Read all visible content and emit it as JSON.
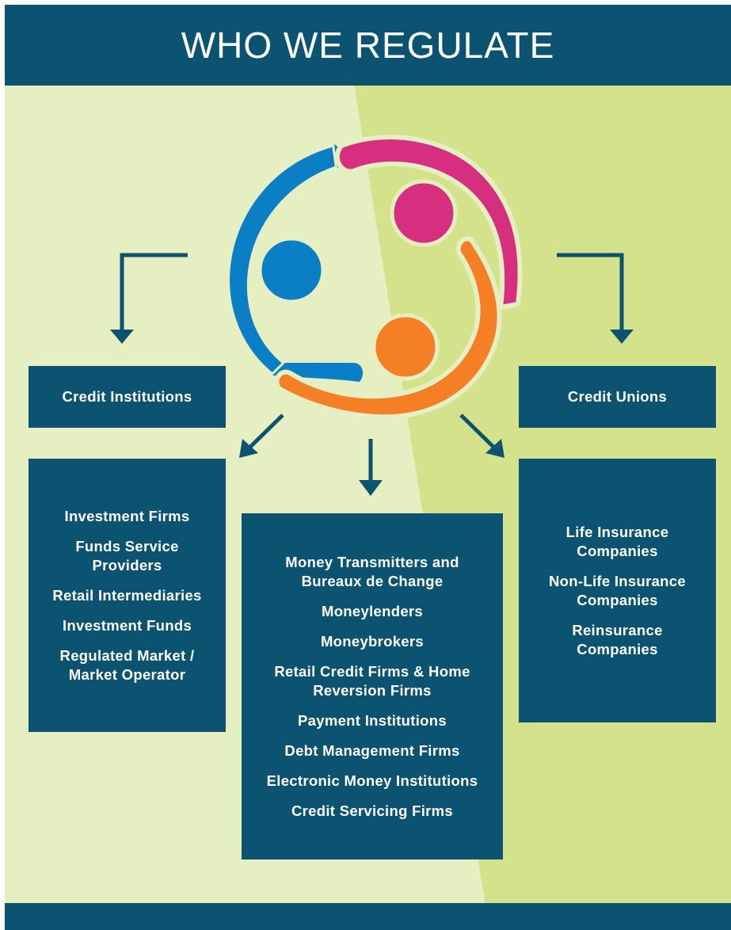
{
  "title": "WHO WE REGULATE",
  "colors": {
    "navy": "#0b5370",
    "light_green": "#e6efc1",
    "green": "#d4e28b",
    "blue": "#0a7fc6",
    "magenta": "#d62f7f",
    "orange": "#f47f25"
  },
  "logo": {
    "name": "people-circle-icon"
  },
  "boxes": {
    "credit_institutions": "Credit Institutions",
    "credit_unions": "Credit Unions",
    "left": [
      "Investment Firms",
      "Funds Service Providers",
      "Retail Intermediaries",
      "Investment Funds",
      "Regulated Market / Market Operator"
    ],
    "center": [
      "Money Transmitters and Bureaux de Change",
      "Moneylenders",
      "Moneybrokers",
      "Retail Credit Firms & Home Reversion Firms",
      "Payment Institutions",
      "Debt Management Firms",
      "Electronic Money Institutions",
      "Credit Servicing Firms"
    ],
    "right": [
      "Life Insurance Companies",
      "Non-Life Insurance Companies",
      "Reinsurance Companies"
    ]
  }
}
